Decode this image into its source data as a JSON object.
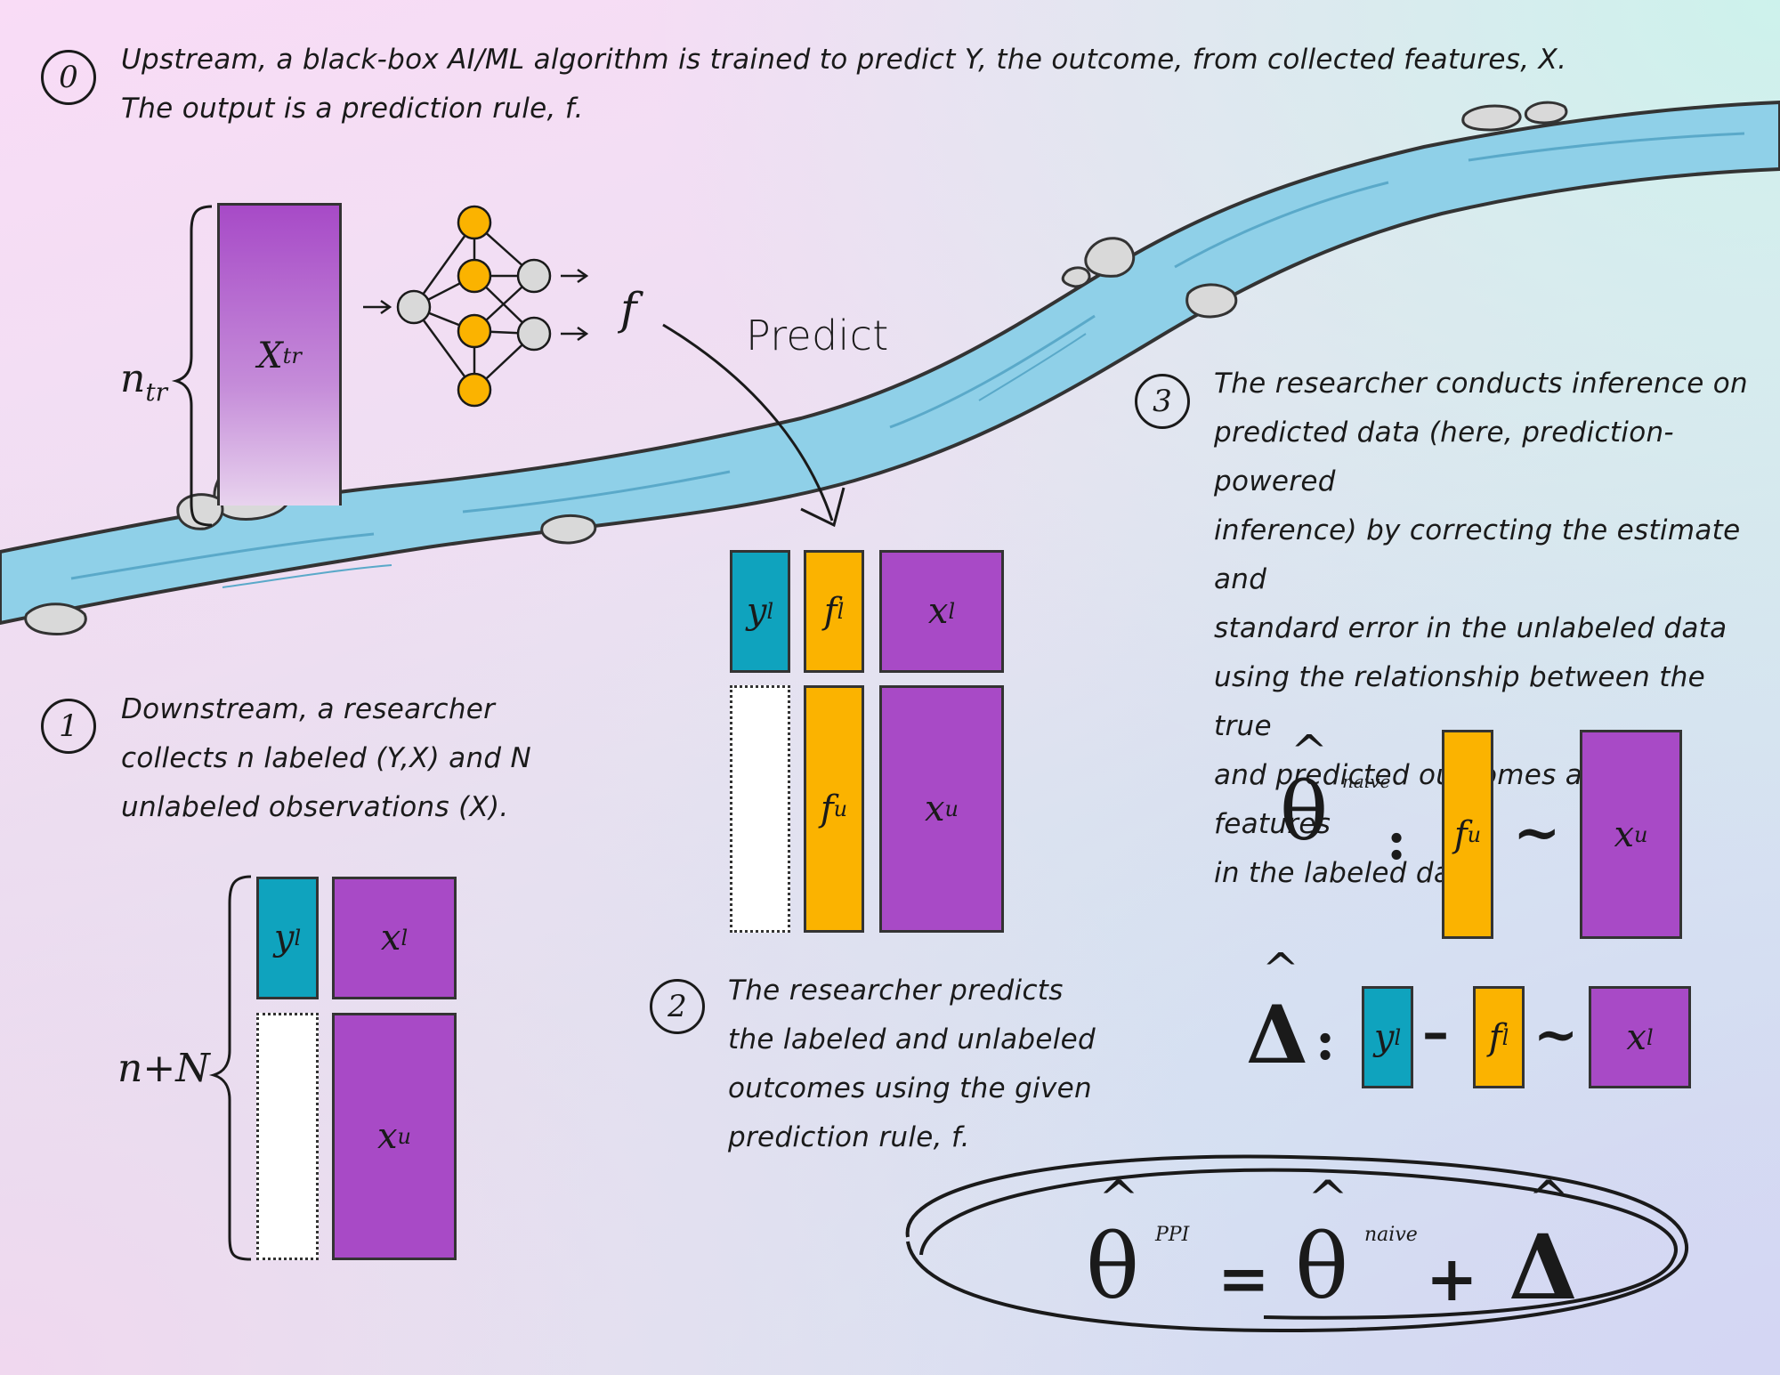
{
  "step0": {
    "number": "0",
    "line1": "Upstream, a black-box AI/ML algorithm is trained to predict Y, the outcome, from collected features, X.",
    "line2": "The output is a prediction rule, f."
  },
  "step1": {
    "number": "1",
    "line1": "Downstream, a researcher",
    "line2": "collects n labeled (Y,X) and N",
    "line3": "unlabeled observations (X)."
  },
  "step2": {
    "number": "2",
    "line1": "The researcher predicts",
    "line2": "the labeled and unlabeled",
    "line3": "outcomes using the given",
    "line4": "prediction rule, f."
  },
  "step3": {
    "number": "3",
    "line1": "The researcher conducts inference on",
    "line2": "predicted data (here, prediction-powered",
    "line3": "inference) by correcting the estimate and",
    "line4": "standard error in the unlabeled data",
    "line5": "using the relationship between the true",
    "line6": "and predicted outcomes and the features",
    "line7": "in the labeled data."
  },
  "training": {
    "n_label": "n",
    "n_sub": "tr",
    "x_label": "X",
    "x_sub": "tr",
    "f_label": "f",
    "predict_label": "Predict"
  },
  "downstream": {
    "total_label": "n+N",
    "y_l": "y",
    "y_l_sub": "l",
    "x_l": "x",
    "x_l_sub": "l",
    "x_u": "x",
    "x_u_sub": "u"
  },
  "predicted": {
    "y_l": "y",
    "y_l_sub": "l",
    "f_l": "f",
    "f_l_sub": "l",
    "x_l": "x",
    "x_l_sub": "l",
    "f_u": "f",
    "f_u_sub": "u",
    "x_u": "x",
    "x_u_sub": "u"
  },
  "formulas": {
    "theta": "θ",
    "delta": "Δ",
    "hat": "^",
    "naive": "naive",
    "ppi": "PPI",
    "colon": ":",
    "tilde": "~",
    "minus": "–",
    "equals": "=",
    "plus": "+",
    "f": "f",
    "f_u_sub": "u",
    "f_l_sub": "l",
    "x": "x",
    "x_u_sub": "u",
    "x_l_sub": "l",
    "y": "y",
    "y_l_sub": "l"
  },
  "colors": {
    "teal": "#0fa3be",
    "orange": "#fbb300",
    "purple": "#a84ac6",
    "river": "#8fd0e8"
  }
}
